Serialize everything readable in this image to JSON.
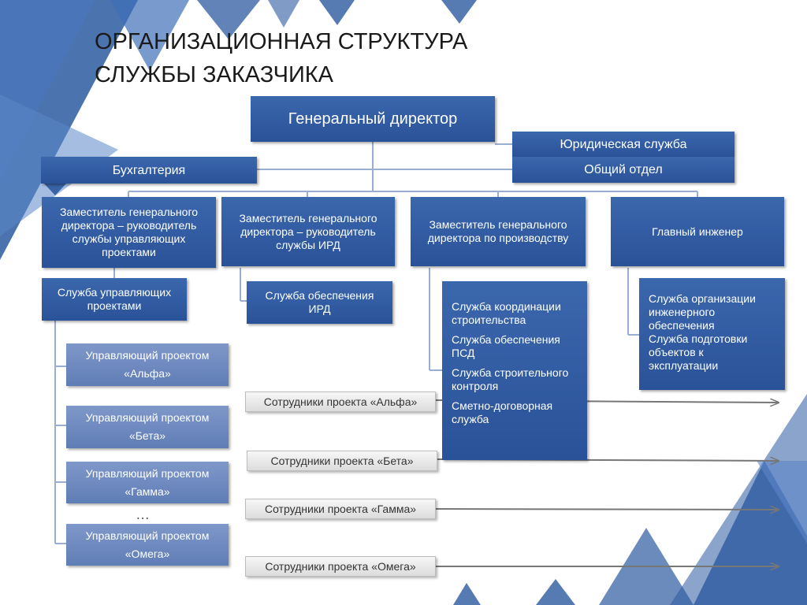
{
  "title": {
    "line1": "ОРГАНИЗАЦИОННАЯ СТРУКТУРА",
    "line2": "СЛУЖБЫ ЗАКАЗЧИКА"
  },
  "top": {
    "ceo": "Генеральный директор",
    "legal": "Юридическая служба",
    "general_dept": "Общий отдел",
    "accounting": "Бухгалтерия"
  },
  "deputies": [
    {
      "lines": [
        "Заместитель генерального",
        "директора – руководитель",
        "службы управляющих",
        "проектами"
      ]
    },
    {
      "lines": [
        "Заместитель генерального",
        "директора – руководитель",
        "службы  ИРД"
      ]
    },
    {
      "lines": [
        "Заместитель генерального",
        "директора  по производству"
      ]
    },
    {
      "lines": [
        "Главный инженер"
      ]
    }
  ],
  "services": {
    "pm_service": [
      "Служба управляющих",
      "проектами"
    ],
    "ird_service": [
      "Служба обеспечения",
      "ИРД"
    ],
    "production": [
      "Служба координации строительства",
      "Служба обеспечения ПСД",
      "Служба строительного контроля",
      "Сметно-договорная служба"
    ],
    "engineer": [
      "Служба организации инженерного обеспечения",
      "Служба подготовки объектов к эксплуатации"
    ]
  },
  "managers": [
    {
      "line1": "Управляющий проектом",
      "line2": "«Альфа»"
    },
    {
      "line1": "Управляющий проектом",
      "line2": "«Бета»"
    },
    {
      "line1": "Управляющий проектом",
      "line2": "«Гамма»"
    },
    {
      "line1": "Управляющий проектом",
      "line2": "«Омега»"
    }
  ],
  "ellipsis": "…",
  "staff": [
    "Сотрудники проекта «Альфа»",
    "Сотрудники проекта «Бета»",
    "Сотрудники проекта «Гамма»",
    "Сотрудники проекта «Омега»"
  ],
  "colors": {
    "box_dark": "#2f5ba3",
    "box_light": "#6f8bc0",
    "triangle": "#2c5aa0"
  }
}
